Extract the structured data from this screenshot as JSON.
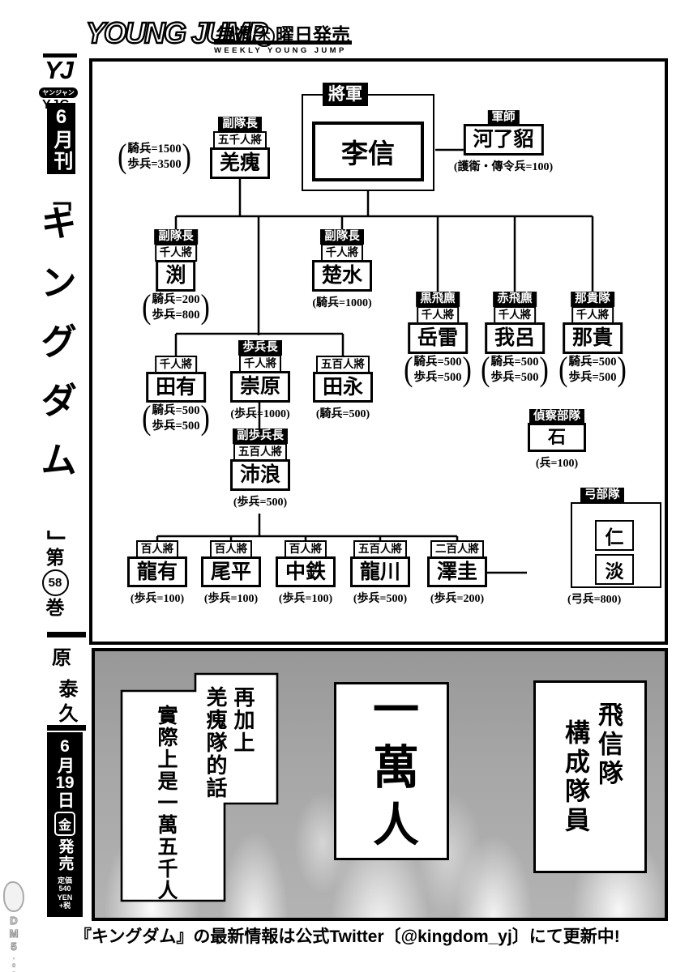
{
  "header": {
    "logo": "YOUNG JUMP",
    "weekly_pre": "毎週",
    "weekly_day": "木",
    "weekly_post": "曜日発売",
    "weekly_en": "WEEKLY YOUNG JUMP"
  },
  "sidebar": {
    "yj": "YJ",
    "yanjan": "ヤンジャン",
    "yjc": "YJC",
    "monthly": "6月刊",
    "bracket_open": "﹁",
    "title": "キングダム",
    "bracket_close": "﹂",
    "vol_pre": "第",
    "vol_num": "58",
    "vol_post": "巻",
    "author1": "原",
    "author2": "泰久",
    "date_pre": "6月",
    "date_num": "19",
    "date_post": "日",
    "day": "金",
    "sale": "発売",
    "price": [
      "定価",
      "540",
      "YEN",
      "+税"
    ]
  },
  "watermark": {
    "text": "DM5",
    "suffix": ".com"
  },
  "chart": {
    "paren_open": "(",
    "paren_close": ")",
    "nodes": [
      {
        "tag": "將軍",
        "name": "李信"
      },
      {
        "tag": "軍師",
        "name": "河了貂",
        "note": "(護衛・傳令兵=100)"
      },
      {
        "tag": "副隊長",
        "rank": "五千人將",
        "name": "羌瘣",
        "note1": "騎兵=1500",
        "note2": "歩兵=3500"
      },
      {
        "tag": "副隊長",
        "rank": "千人將",
        "name": "渕",
        "note1": "騎兵=200",
        "note2": "歩兵=800"
      },
      {
        "tag": "副隊長",
        "rank": "千人將",
        "name": "楚水",
        "note": "(騎兵=1000)"
      },
      {
        "tag": "黒飛麃",
        "rank": "千人將",
        "name": "岳雷",
        "note1": "騎兵=500",
        "note2": "歩兵=500"
      },
      {
        "tag": "赤飛麃",
        "rank": "千人將",
        "name": "我呂",
        "note1": "騎兵=500",
        "note2": "歩兵=500"
      },
      {
        "tag": "那貴隊",
        "rank": "千人將",
        "name": "那貴",
        "note1": "騎兵=500",
        "note2": "歩兵=500"
      },
      {
        "rank": "千人將",
        "name": "田有",
        "note1": "騎兵=500",
        "note2": "歩兵=500"
      },
      {
        "tag": "歩兵長",
        "rank": "千人將",
        "name": "崇原",
        "note": "(歩兵=1000)"
      },
      {
        "rank": "五百人將",
        "name": "田永",
        "note": "(騎兵=500)"
      },
      {
        "tag": "副歩兵長",
        "rank": "五百人將",
        "name": "沛浪",
        "note": "(歩兵=500)"
      },
      {
        "tag": "偵察部隊",
        "name": "石",
        "note": "(兵=100)"
      },
      {
        "rank": "百人將",
        "name": "龍有",
        "note": "(歩兵=100)"
      },
      {
        "rank": "百人將",
        "name": "尾平",
        "note": "(歩兵=100)"
      },
      {
        "rank": "百人將",
        "name": "中鉄",
        "note": "(歩兵=100)"
      },
      {
        "rank": "五百人將",
        "name": "龍川",
        "note": "(歩兵=500)"
      },
      {
        "rank": "二百人將",
        "name": "澤圭",
        "note": "(歩兵=200)"
      },
      {
        "tag": "弓部隊",
        "name1": "仁",
        "name2": "淡",
        "note": "(弓兵=800)"
      }
    ]
  },
  "bottom": {
    "left_col1": "再加上",
    "left_col2": "羌瘣隊的話",
    "left_col3": "實際上是一萬五千人",
    "middle": "一萬人",
    "right_col1": "飛信隊",
    "right_col2": "構成隊員"
  },
  "footer": {
    "caption": "『キングダム』の最新情報は公式Twitter〔@kingdom_yj〕にて更新中!"
  }
}
